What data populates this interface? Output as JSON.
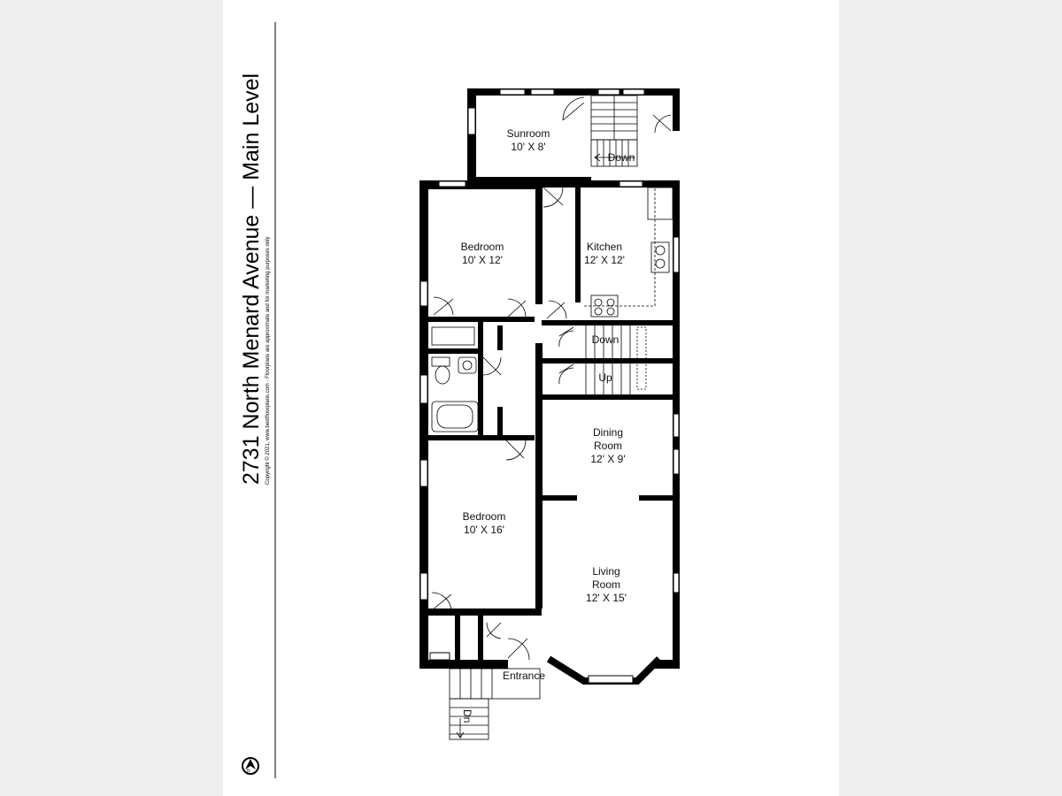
{
  "title": {
    "main_line": "2731 North Menard Avenue — Main Level",
    "copyright": "Copyright © 2021, www.bestfloorplans.com - Floorplans are approximate and for marketing purposes only"
  },
  "compass": {
    "icon": "north-arrow-icon",
    "letter": "N"
  },
  "rooms": {
    "sunroom": {
      "name": "Sunroom",
      "size": "10' X 8'"
    },
    "bedroom1": {
      "name": "Bedroom",
      "size": "10' X 12'"
    },
    "kitchen": {
      "name": "Kitchen",
      "size": "12' X 12'"
    },
    "dining": {
      "name_line1": "Dining",
      "name_line2": "Room",
      "size": "12' X 9'"
    },
    "bedroom2": {
      "name": "Bedroom",
      "size": "10' X 16'"
    },
    "living": {
      "name_line1": "Living",
      "name_line2": "Room",
      "size": "12' X 15'"
    }
  },
  "labels": {
    "entrance": "Entrance",
    "stair_down_rear": "Down",
    "stair_down_interior": "Down",
    "stair_up_interior": "Up",
    "stair_down_front": "Dn"
  },
  "colors": {
    "wall": "#000000",
    "page": "#ffffff",
    "background": "#efefef"
  }
}
